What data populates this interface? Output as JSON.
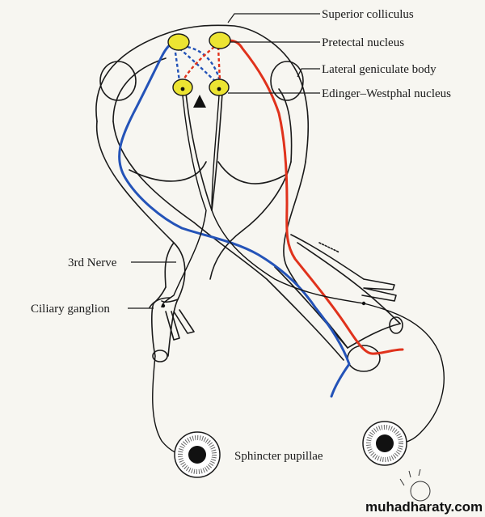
{
  "labels": {
    "superior_colliculus": "Superior colliculus",
    "pretectal_nucleus": "Pretectal nucleus",
    "lateral_geniculate_body": "Lateral geniculate body",
    "edinger_westphal_nucleus": "Edinger–Westphal nucleus",
    "third_nerve": "3rd Nerve",
    "ciliary_ganglion": "Ciliary ganglion",
    "sphincter_pupillae": "Sphincter pupillae"
  },
  "watermark": "muhadharaty.com",
  "colors": {
    "red_fiber": "#e0321c",
    "blue_fiber": "#2453b8",
    "nucleus": "#ece432",
    "outline": "#1a1a1a",
    "background": "#f7f6f1"
  }
}
